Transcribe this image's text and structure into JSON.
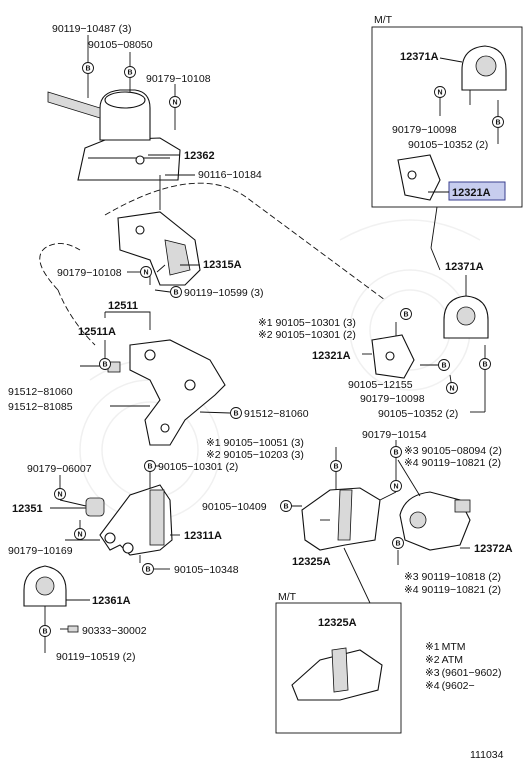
{
  "mt_inset_top_label": "M/T",
  "mt_inset_bottom_label": "M/T",
  "labels": {
    "p90119_10487": "90119−10487 (3)",
    "p90105_08050": "90105−08050",
    "p90179_10108_top": "90179−10108",
    "p12362": "12362",
    "p90116_10184": "90116−10184",
    "p90179_10108_mid": "90179−10108",
    "p12315a": "12315A",
    "p90119_10599": "90119−10599 (3)",
    "p12511": "12511",
    "p12511a": "12511A",
    "p91512_81060_l": "91512−81060",
    "p91512_81085": "91512−81085",
    "p91512_81060_r": "91512−81060",
    "p12371a_top": "12371A",
    "p90179_10098_top": "90179−10098",
    "p90105_10352_top": "90105−10352 (2)",
    "p12321a_top": "12321A",
    "p12371a_mid": "12371A",
    "p90105_10301_1": "※1 90105−10301 (3)",
    "p90105_10301_2": "※2 90105−10301 (2)",
    "p12321a_mid": "12321A",
    "p90105_12155": "90105−12155",
    "p90179_10098_mid": "90179−10098",
    "p90105_10352_mid": "90105−10352 (2)",
    "p90105_10051": "※1 90105−10051 (3)",
    "p90105_10203": "※2 90105−10203 (3)",
    "p90179_10154": "90179−10154",
    "p90105_08094": "※3 90105−08094 (2)",
    "p90119_10821_top": "※4 90119−10821 (2)",
    "p90179_06007": "90179−06007",
    "p90105_10301_b": "90105−10301 (2)",
    "p12351": "12351",
    "p90105_10409": "90105−10409",
    "p90179_10169": "90179−10169",
    "p12311a": "12311A",
    "p12325a": "12325A",
    "p12372a": "12372A",
    "p90105_10348": "90105−10348",
    "p90119_10818": "※3 90119−10818 (2)",
    "p90119_10821_bot": "※4 90119−10821 (2)",
    "p12361a": "12361A",
    "p90333_30002": "90333−30002",
    "p90119_10519": "90119−10519 (2)",
    "p12325a_mt": "12325A"
  },
  "legend": [
    {
      "mark": "※1",
      "text": "MTM"
    },
    {
      "mark": "※2",
      "text": "ATM"
    },
    {
      "mark": "※3",
      "text": "(9601−9602)"
    },
    {
      "mark": "※4",
      "text": "(9602−"
    }
  ],
  "diagram_number": "111034",
  "symbols": {
    "bolt": "B",
    "nut": "N"
  }
}
